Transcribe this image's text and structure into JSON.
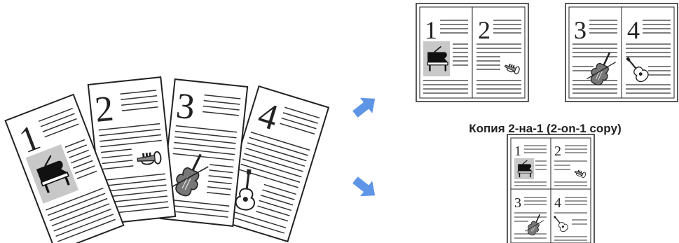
{
  "caption": "Копия 2-на-1 (2-on-1 copy)",
  "pages": [
    {
      "number": "1",
      "icon": "piano-icon"
    },
    {
      "number": "2",
      "icon": "trumpet-icon"
    },
    {
      "number": "3",
      "icon": "violin-icon"
    },
    {
      "number": "4",
      "icon": "guitar-icon"
    }
  ],
  "output_2on1": [
    {
      "sheet": 1,
      "pages": [
        "1",
        "2"
      ]
    },
    {
      "sheet": 2,
      "pages": [
        "3",
        "4"
      ]
    }
  ],
  "output_4on1": {
    "pages": [
      "1",
      "2",
      "3",
      "4"
    ]
  },
  "colors": {
    "arrow": "#5e95e6",
    "highlight": "#c8c8c8",
    "ink": "#222222"
  }
}
